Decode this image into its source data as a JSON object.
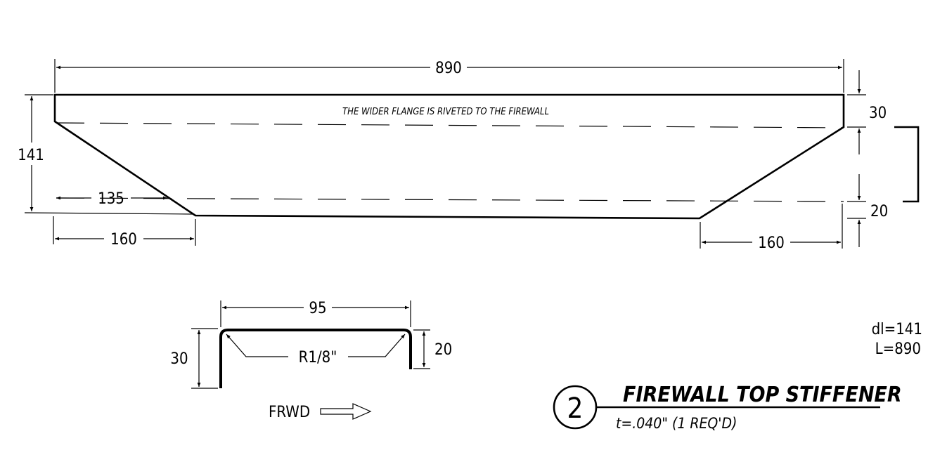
{
  "flat_pattern": {
    "note": "THE WIDER FLANGE IS RIVETED TO THE FIREWALL",
    "dims": {
      "length": "890",
      "height": "141",
      "inner_left": "135",
      "left_taper": "160",
      "right_taper": "160",
      "wide_flange": "30",
      "narrow_flange": "20"
    }
  },
  "profile": {
    "width": "95",
    "left_leg": "30",
    "right_leg": "20",
    "radius": "R1/8\"",
    "direction": "FRWD"
  },
  "specs": {
    "dl": "dl=141",
    "L": "L=890"
  },
  "title_block": {
    "number": "2",
    "title": "FIREWALL TOP STIFFENER",
    "subtitle": "t=.040\" (1 REQ'D)"
  }
}
